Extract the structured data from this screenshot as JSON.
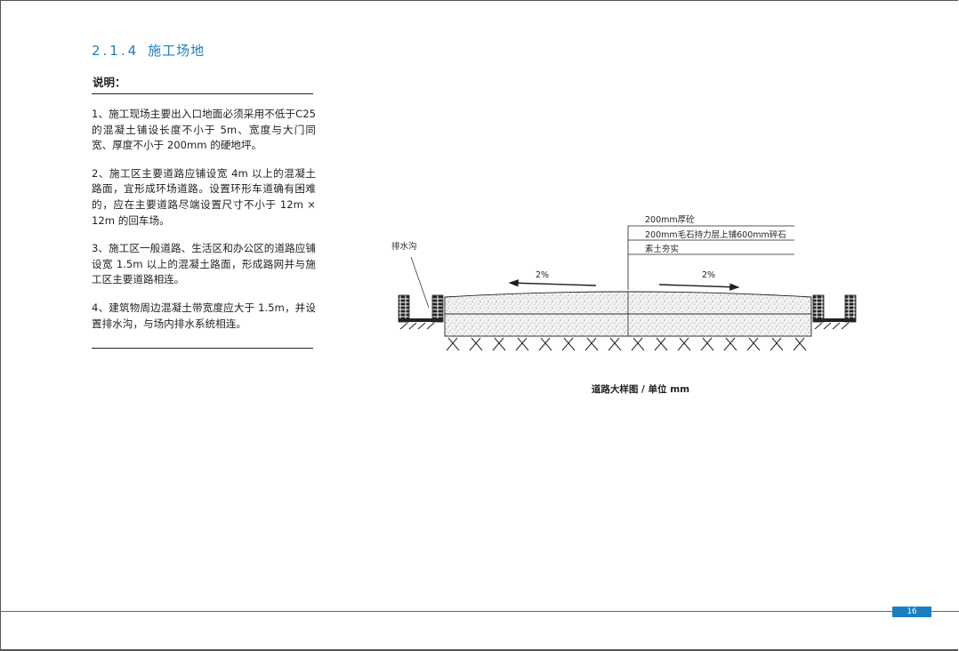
{
  "section": {
    "number": "2.1.4",
    "title": "施工场地"
  },
  "notes_heading": "说明：",
  "notes": [
    "1、施工现场主要出入口地面必须采用不低于C25 的混凝土铺设长度不小于 5m、宽度与大门同宽、厚度不小于 200mm 的硬地坪。",
    "2、施工区主要道路应铺设宽 4m 以上的混凝土路面，宜形成环场道路。设置环形车道确有困难的，应在主要道路尽端设置尺寸不小于 12m × 12m 的回车场。",
    "3、施工区一般道路、生活区和办公区的道路应铺设宽 1.5m 以上的混凝土路面，形成路网并与施工区主要道路相连。",
    "4、建筑物周边混凝土带宽度应大于 1.5m，并设置排水沟，与场内排水系统相连。"
  ],
  "figure": {
    "drain_label": "排水沟",
    "layer_labels": [
      "200mm厚砼",
      "200mm毛石持力层上铺600mm碎石",
      "素土夯实"
    ],
    "slope_left": "2%",
    "slope_right": "2%",
    "caption": "道路大样图 / 单位 mm"
  },
  "page_number": "16",
  "colors": {
    "accent": "#1a7fc1",
    "text": "#231f20"
  }
}
